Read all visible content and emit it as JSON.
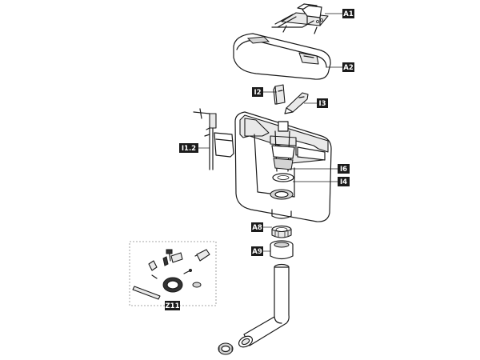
{
  "labels": {
    "a1": "A1",
    "a2": "A2",
    "i2": "I2",
    "i3": "I3",
    "i12": "I1.2",
    "i6": "I6",
    "i4": "I4",
    "a8": "A8",
    "a9": "A9",
    "z11": "Z11"
  }
}
